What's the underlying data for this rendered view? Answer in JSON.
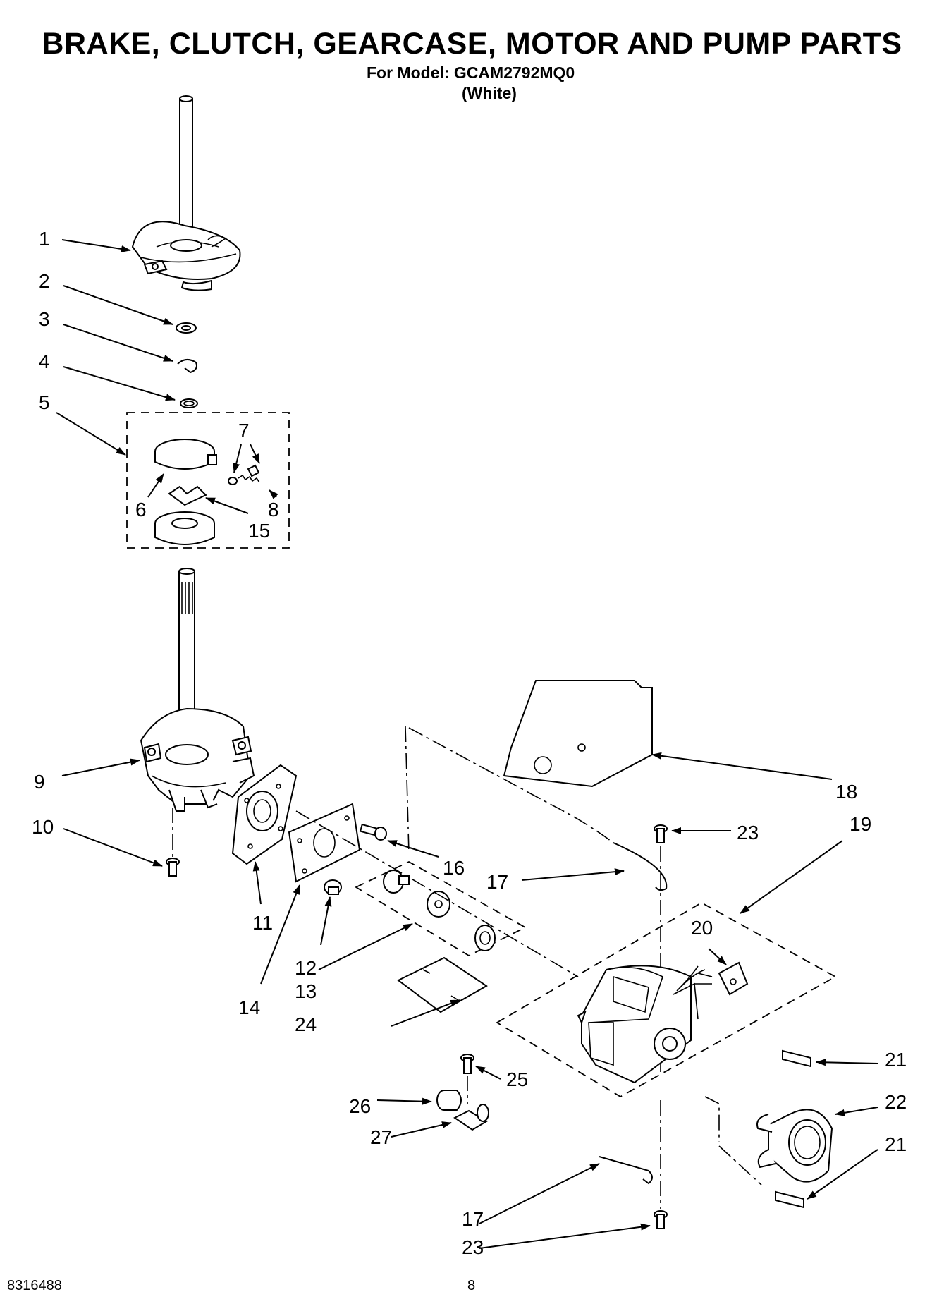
{
  "header": {
    "title": "BRAKE, CLUTCH, GEARCASE, MOTOR AND PUMP PARTS",
    "model_line": "For Model: GCAM2792MQ0",
    "color": "(White)"
  },
  "footer": {
    "doc_number": "8316488",
    "page_number": "8"
  },
  "callouts": [
    "1",
    "2",
    "3",
    "4",
    "5",
    "6",
    "7",
    "8",
    "15",
    "9",
    "10",
    "11",
    "12",
    "13",
    "14",
    "16",
    "17",
    "18",
    "19",
    "20",
    "21",
    "22",
    "21",
    "23",
    "24",
    "25",
    "26",
    "27",
    "17",
    "23"
  ]
}
